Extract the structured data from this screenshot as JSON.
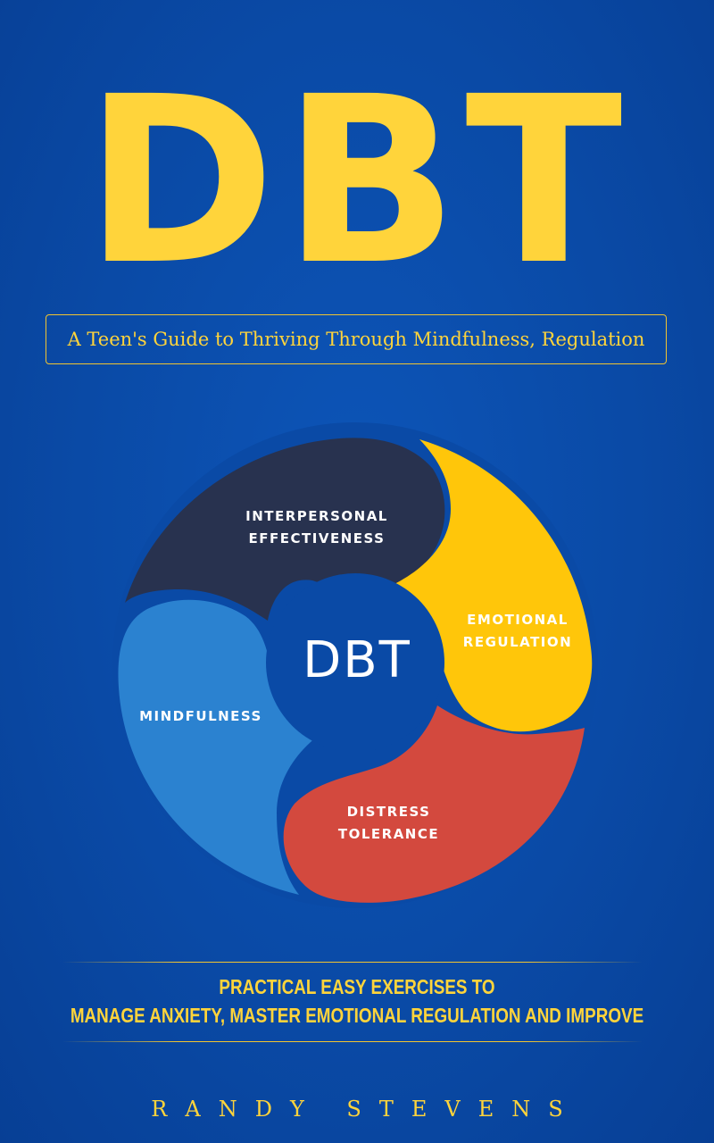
{
  "cover": {
    "title": "DBT",
    "subtitle": "A Teen's Guide to Thriving Through Mindfulness, Regulation",
    "tagline_line1": "PRACTICAL EASY EXERCISES TO",
    "tagline_line2": "MANAGE ANXIETY, MASTER EMOTIONAL REGULATION AND IMPROVE",
    "author": "RANDY STEVENS"
  },
  "diagram": {
    "center": "DBT",
    "segments": {
      "interpersonal": "INTERPERSONAL\nEFFECTIVENESS",
      "emotional": "EMOTIONAL\nREGULATION",
      "mindfulness": "MINDFULNESS",
      "distress": "DISTRESS\nTOLERANCE"
    }
  },
  "colors": {
    "background": "#0a4aa6",
    "accent": "#ffd43b",
    "interpersonal": "#28324f",
    "emotional": "#ffc60a",
    "mindfulness": "#2b82d0",
    "distress": "#d3493e"
  }
}
